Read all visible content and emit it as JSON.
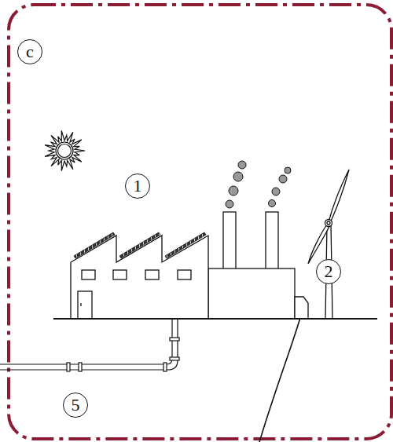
{
  "diagram": {
    "labels": [
      "c",
      "1",
      "2",
      "5"
    ]
  }
}
